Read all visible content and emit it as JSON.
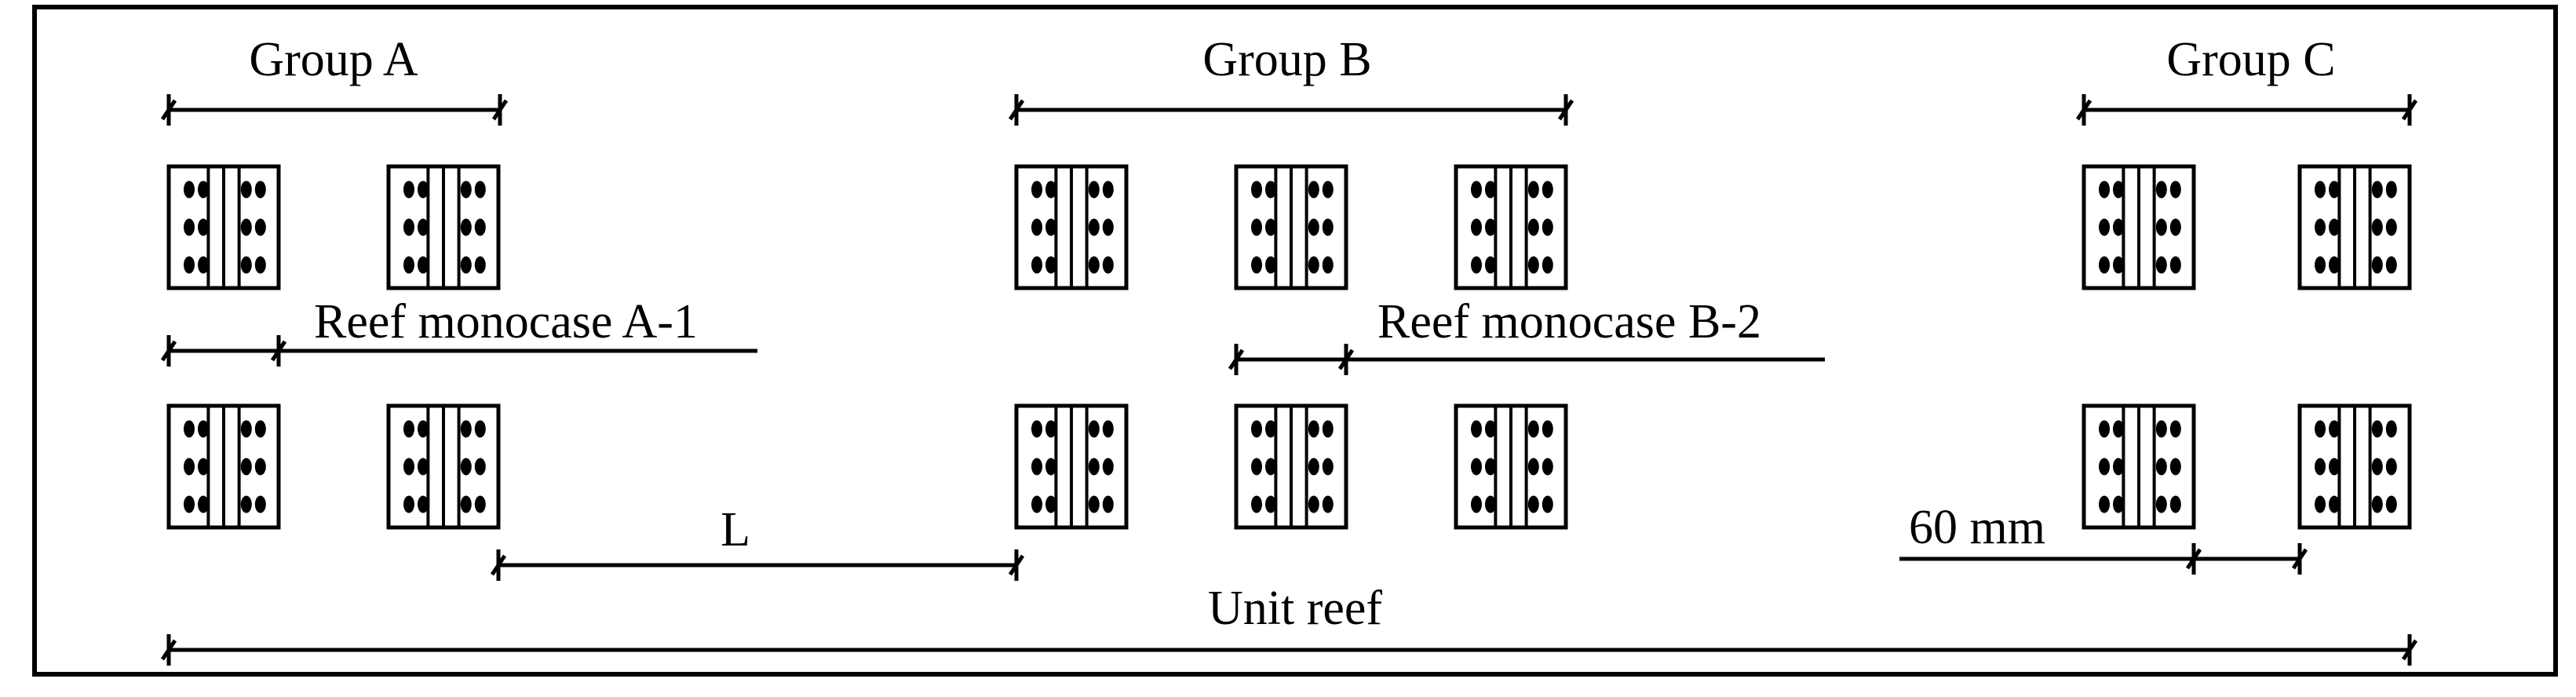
{
  "labels": {
    "group_a": "Group A",
    "group_b": "Group B",
    "group_c": "Group C",
    "monocase_a1": "Reef monocase A-1",
    "monocase_b2": "Reef monocase B-2",
    "spacing_l": "L",
    "spacing_60": "60 mm",
    "unit_reef": "Unit reef"
  },
  "groups": [
    {
      "id": "A",
      "columns": 2,
      "rows": 2
    },
    {
      "id": "B",
      "columns": 3,
      "rows": 2
    },
    {
      "id": "C",
      "columns": 2,
      "rows": 2
    }
  ],
  "colors": {
    "stroke": "#000000",
    "background": "#ffffff"
  }
}
